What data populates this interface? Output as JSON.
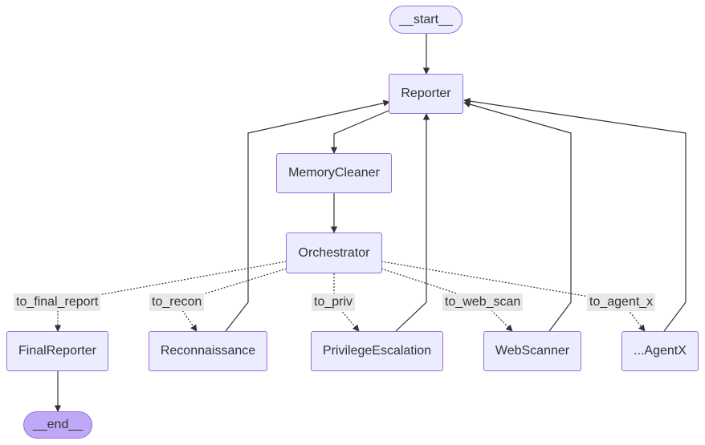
{
  "nodes": {
    "start": "__start__",
    "reporter": "Reporter",
    "memory_cleaner": "MemoryCleaner",
    "orchestrator": "Orchestrator",
    "final_reporter": "FinalReporter",
    "reconnaissance": "Reconnaissance",
    "privilege_escalation": "PrivilegeEscalation",
    "web_scanner": "WebScanner",
    "agent_x": "...AgentX",
    "end": "__end__"
  },
  "edge_labels": {
    "to_final_report": "to_final_report",
    "to_recon": "to_recon",
    "to_priv": "to_priv",
    "to_web_scan": "to_web_scan",
    "to_agent_x": "to_agent_x"
  },
  "colors": {
    "node_fill": "#ECECFF",
    "node_border": "#9370DB",
    "end_fill": "#BFA8F6",
    "edge": "#333333",
    "label_bg": "#E8E8E8"
  }
}
